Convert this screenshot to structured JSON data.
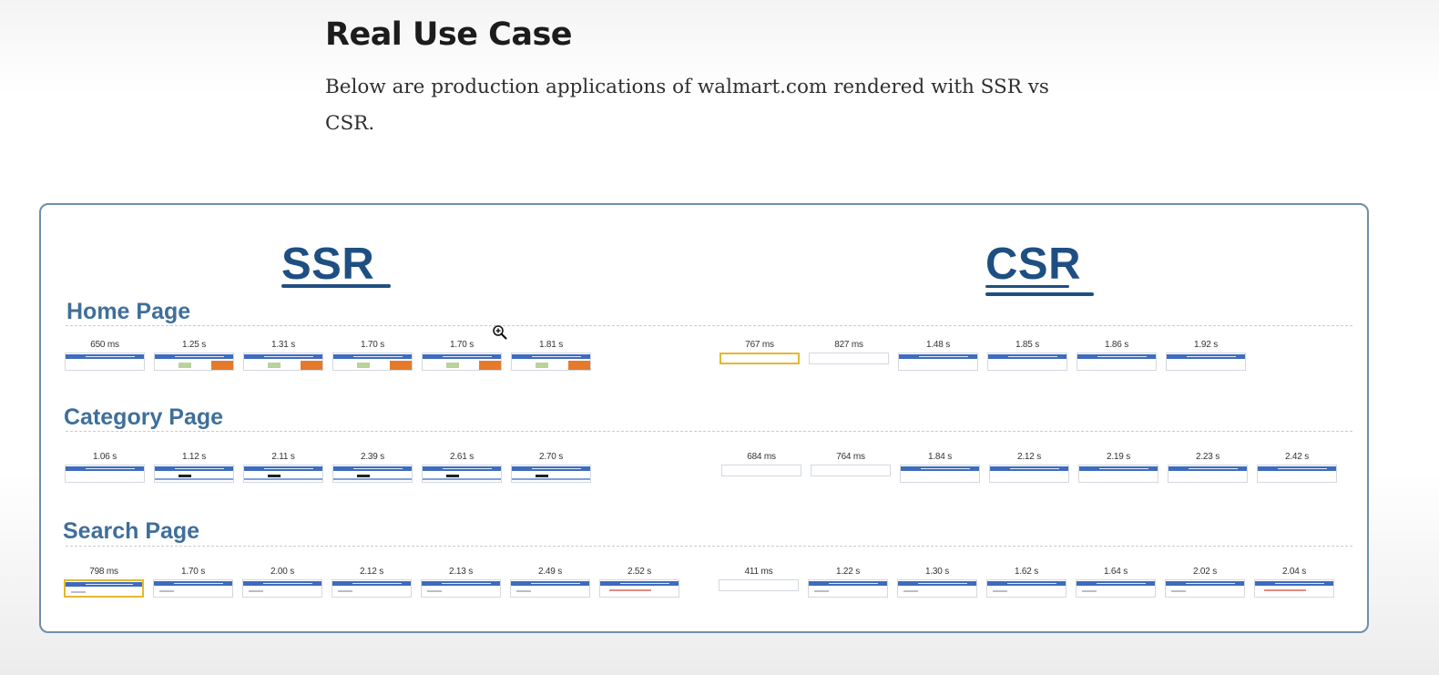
{
  "article": {
    "heading": "Real Use Case",
    "intro": "Below are production applications of walmart.com rendered with SSR vs CSR."
  },
  "comparison": {
    "ssr_label": "SSR",
    "csr_label": "CSR",
    "rows": [
      {
        "title": "Home Page",
        "ssr": [
          "650 ms",
          "1.25 s",
          "1.31 s",
          "1.70 s",
          "1.70 s",
          "1.81 s"
        ],
        "csr": [
          "767 ms",
          "827 ms",
          "1.48 s",
          "1.85 s",
          "1.86 s",
          "1.92 s"
        ]
      },
      {
        "title": "Category Page",
        "ssr": [
          "1.06 s",
          "1.12 s",
          "2.11 s",
          "2.39 s",
          "2.61 s",
          "2.70 s"
        ],
        "csr": [
          "684 ms",
          "764 ms",
          "1.84 s",
          "2.12 s",
          "2.19 s",
          "2.23 s",
          "2.42 s"
        ]
      },
      {
        "title": "Search Page",
        "ssr": [
          "798 ms",
          "1.70 s",
          "2.00 s",
          "2.12 s",
          "2.13 s",
          "2.49 s",
          "2.52 s"
        ],
        "csr": [
          "411 ms",
          "1.22 s",
          "1.30 s",
          "1.62 s",
          "1.64 s",
          "2.02 s",
          "2.04 s"
        ]
      }
    ]
  },
  "colors": {
    "logo_blue": "#1e4f82",
    "row_title_blue": "#3f6f9a",
    "panel_border": "#6f8eaa",
    "highlight_frame": "#e2b92f",
    "header_bar_blue": "#3d6cbf",
    "accent_orange": "#e57a2a"
  },
  "icons": {
    "cursor": "zoom-in-cursor-icon"
  }
}
